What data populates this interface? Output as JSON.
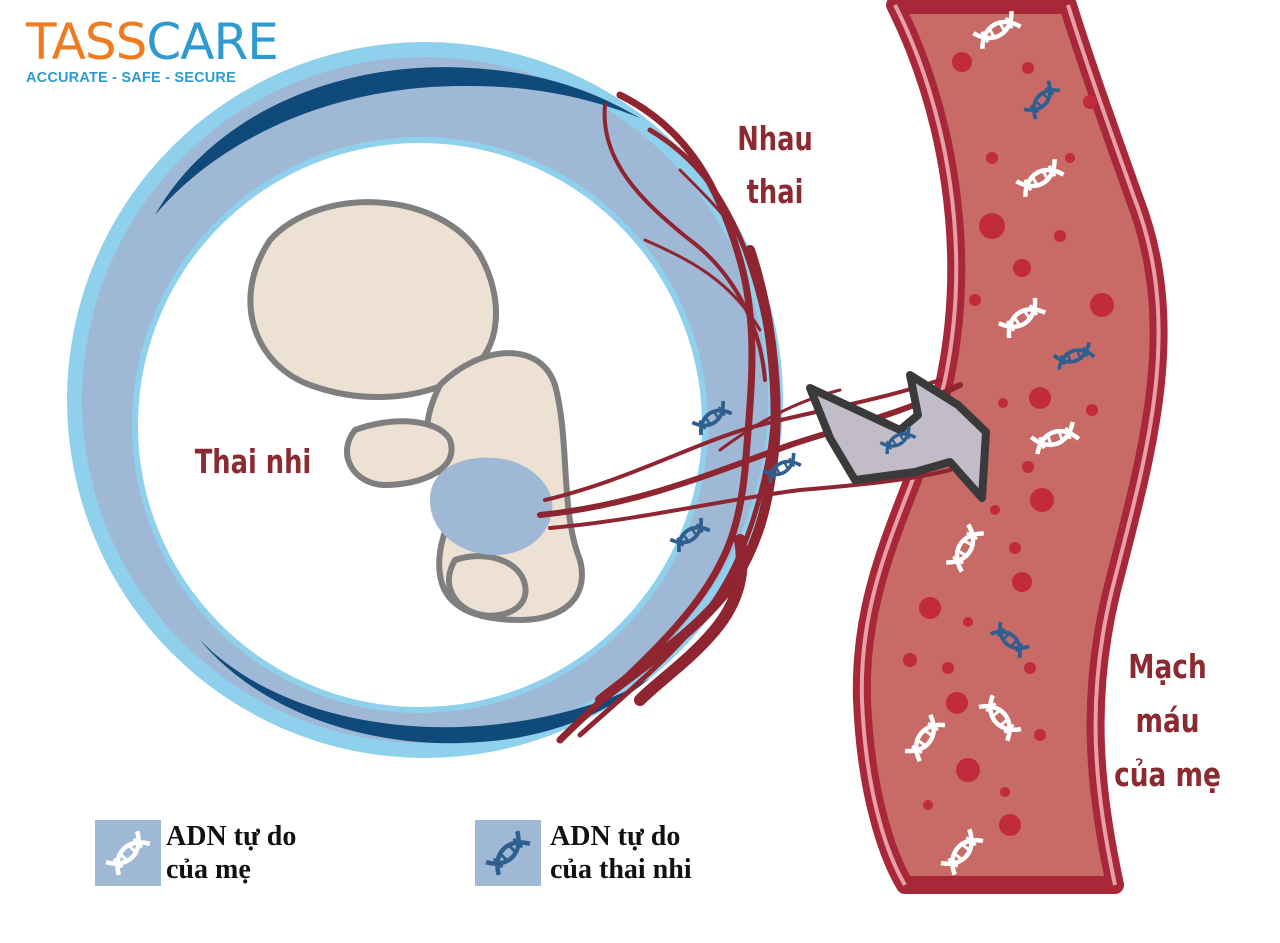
{
  "logo": {
    "part1": "TASS",
    "part2": "CARE",
    "tagline": "ACCURATE - SAFE - SECURE"
  },
  "labels": {
    "fetus": "Thai nhi",
    "placenta_line1": "Nhau",
    "placenta_line2": "thai",
    "vessel_line1": "Mạch máu",
    "vessel_line2": "của mẹ"
  },
  "legend": [
    {
      "line1": "ADN tự do",
      "line2": "của mẹ",
      "icon": "maternal-dna-icon"
    },
    {
      "line1": "ADN tự do",
      "line2": "của thai nhi",
      "icon": "fetal-dna-icon"
    }
  ],
  "colors": {
    "logo_orange": "#f07a1e",
    "logo_blue": "#2e9ad0",
    "label_red": "#8c2a31",
    "vessel_fill": "#c86a66",
    "vessel_wall": "#a8283a",
    "amniotic_blue": "#9fb8d5",
    "rim_blue": "#8fd0ec",
    "dark_band": "#0f4a7a",
    "cord_red": "#8e2530",
    "fetus_fill": "#ede1d4",
    "fetus_outline": "#7f7f7f",
    "arrow_fill": "#c2bcc8",
    "arrow_outline": "#3a3a3a",
    "fetal_dna": "#2f5f8f",
    "maternal_dna": "#ffffff"
  }
}
